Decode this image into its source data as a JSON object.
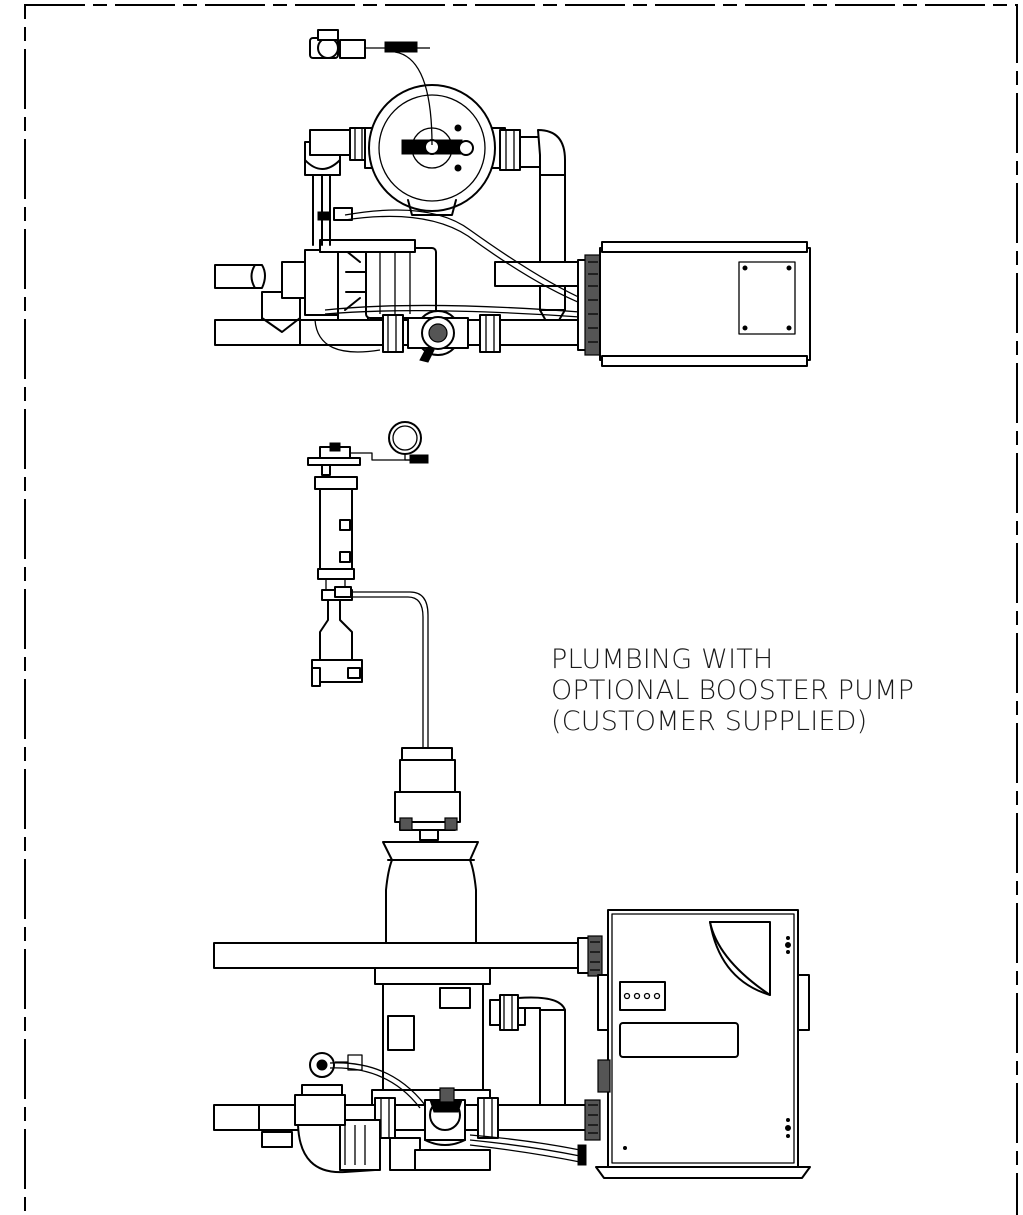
{
  "caption": {
    "line1": "PLUMBING WITH",
    "line2": "OPTIONAL BOOSTER PUMP",
    "line3": "(CUSTOMER SUPPLIED)"
  },
  "style": {
    "line_color": "#000000",
    "background": "#ffffff"
  }
}
